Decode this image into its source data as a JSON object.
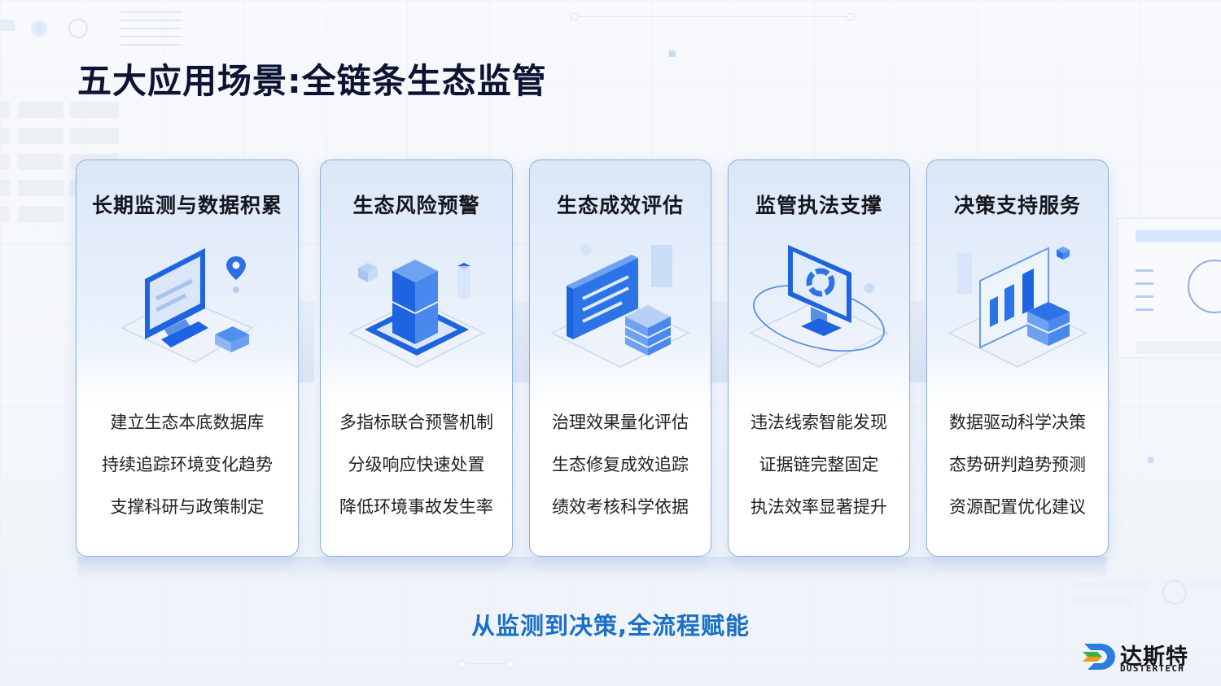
{
  "slide": {
    "title": "五大应用场景:全链条生态监管",
    "tagline": "从监测到决策,全流程赋能",
    "accent_color": "#1a6fc6",
    "cards": [
      {
        "title": "长期监测与数据积累",
        "icon": "monitor-with-location-pin-icon",
        "items": [
          "建立生态本底数据库",
          "持续追踪环境变化趋势",
          "支撑科研与政策制定"
        ]
      },
      {
        "title": "生态风险预警",
        "icon": "stacked-cubes-on-platform-icon",
        "items": [
          "多指标联合预警机制",
          "分级响应快速处置",
          "降低环境事故发生率"
        ]
      },
      {
        "title": "生态成效评估",
        "icon": "report-board-with-database-icon",
        "items": [
          "治理效果量化评估",
          "生态修复成效追踪",
          "绩效考核科学依据"
        ]
      },
      {
        "title": "监管执法支撑",
        "icon": "monitor-with-orbit-icon",
        "items": [
          "违法线索智能发现",
          "证据链完整固定",
          "执法效率显著提升"
        ]
      },
      {
        "title": "决策支持服务",
        "icon": "bar-chart-with-database-icon",
        "items": [
          "数据驱动科学决策",
          "态势研判趋势预测",
          "资源配置优化建议"
        ]
      }
    ]
  },
  "logo": {
    "name_cn": "达斯特",
    "name_en": "DUSTERTECH",
    "colors": [
      "#2b7be0",
      "#3cb34a",
      "#f39a1e"
    ]
  }
}
